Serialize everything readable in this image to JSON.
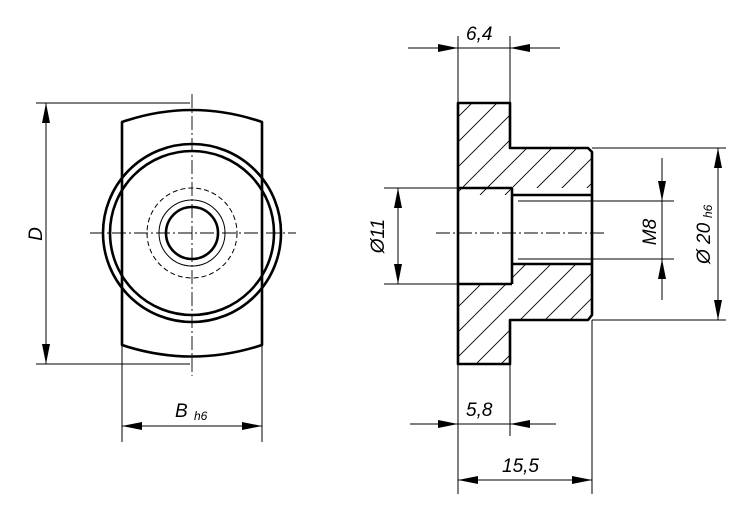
{
  "dimensions": {
    "d_label": "D",
    "b_label": "B",
    "b_sub": "h6",
    "flange_width": "6,4",
    "bore_dia": "Ø11",
    "thread": "M8",
    "outer_dia": "Ø 20",
    "outer_dia_sub": "h6",
    "bore_depth": "5,8",
    "total_length": "15,5"
  }
}
